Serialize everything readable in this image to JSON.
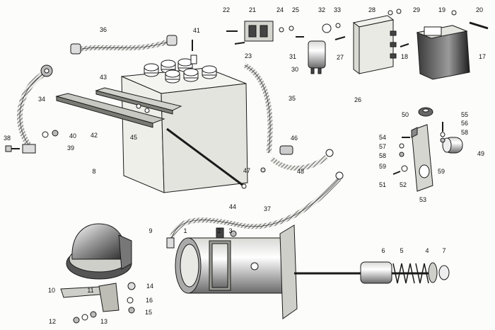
{
  "callouts": {
    "n1": "1",
    "n2": "2",
    "n3": "3",
    "n4": "4",
    "n5": "5",
    "n6": "6",
    "n7": "7",
    "n8": "8",
    "n9": "9",
    "n10": "10",
    "n11": "11",
    "n12": "12",
    "n13": "13",
    "n14": "14",
    "n15": "15",
    "n16": "16",
    "n17": "17",
    "n18": "18",
    "n19": "19",
    "n20": "20",
    "n21": "21",
    "n22": "22",
    "n23": "23",
    "n24": "24",
    "n25": "25",
    "n26": "26",
    "n27": "27",
    "n28": "28",
    "n29": "29",
    "n30": "30",
    "n31": "31",
    "n32": "32",
    "n33": "33",
    "n34": "34",
    "n35": "35",
    "n36": "36",
    "n37": "37",
    "n38": "38",
    "n39": "39",
    "n40": "40",
    "n41": "41",
    "n42": "42",
    "n43": "43",
    "n44": "44",
    "n45": "45",
    "n46": "46",
    "n47": "47",
    "n48": "48",
    "n49": "49",
    "n50": "50",
    "n51": "51",
    "n52": "52",
    "n53": "53",
    "n54": "54",
    "n55": "55",
    "n56": "56",
    "n57": "57",
    "n58a": "58",
    "n58b": "58",
    "n59a": "59",
    "n59b": "59"
  },
  "colors": {
    "ink": "#1a1a1a",
    "paper": "#fcfcfa",
    "shade": "#8a8a8a"
  }
}
